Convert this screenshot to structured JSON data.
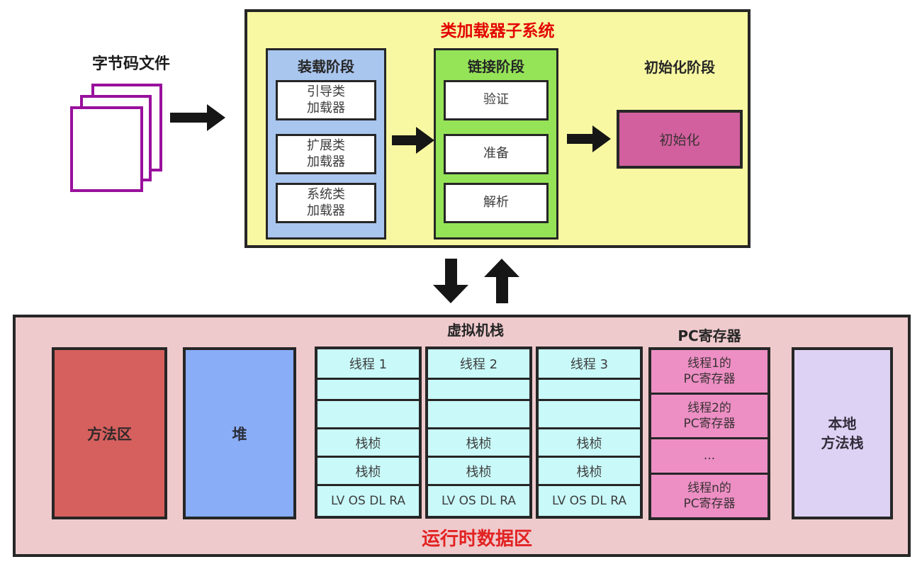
{
  "class_loader_subsystem": {
    "title": "类加载器子系统",
    "bytecode_files_label": "字节码文件",
    "loading_phase": {
      "title": "装载阶段",
      "items": [
        {
          "label": "引导类\n加载器"
        },
        {
          "label": "扩展类\n加载器"
        },
        {
          "label": "系统类\n加载器"
        }
      ]
    },
    "linking_phase": {
      "title": "链接阶段",
      "items": [
        {
          "label": "验证"
        },
        {
          "label": "准备"
        },
        {
          "label": "解析"
        }
      ]
    },
    "initialization_phase": {
      "title": "初始化阶段",
      "box_label": "初始化"
    }
  },
  "runtime_data_area": {
    "title": "运行时数据区",
    "method_area_label": "方法区",
    "heap_label": "堆",
    "vm_stack": {
      "title": "虚拟机栈",
      "columns": [
        {
          "header": "线程 1",
          "rows": [
            "",
            "",
            "栈桢",
            "栈桢",
            "LV OS DL RA"
          ]
        },
        {
          "header": "线程 2",
          "rows": [
            "",
            "",
            "栈桢",
            "栈桢",
            "LV OS DL RA"
          ]
        },
        {
          "header": "线程 3",
          "rows": [
            "",
            "",
            "栈桢",
            "栈桢",
            "LV OS DL RA"
          ]
        }
      ]
    },
    "pc_register": {
      "title": "PC寄存器",
      "cells": [
        "线程1的\nPC寄存器",
        "线程2的\nPC寄存器",
        "...",
        "线程n的\nPC寄存器"
      ]
    },
    "native_method_stack_label": "本地\n方法栈"
  },
  "colors": {
    "subsystem_bg": "#f8f8a2",
    "subsystem_title_red": "#e30505",
    "loading_phase_bg": "#a9c6ef",
    "linking_phase_bg": "#95e457",
    "init_box_bg": "#d2609e",
    "runtime_bg": "#efcacd",
    "runtime_title_red": "#e22222",
    "method_area_bg": "#d6605e",
    "heap_bg": "#8aadf8",
    "vm_stack_cell_bg": "#c9f9f9",
    "pc_cell_bg": "#ed8fc4",
    "native_stack_bg": "#ded2f4",
    "file_icon_purple": "#99109c",
    "border_dark": "#262626"
  }
}
